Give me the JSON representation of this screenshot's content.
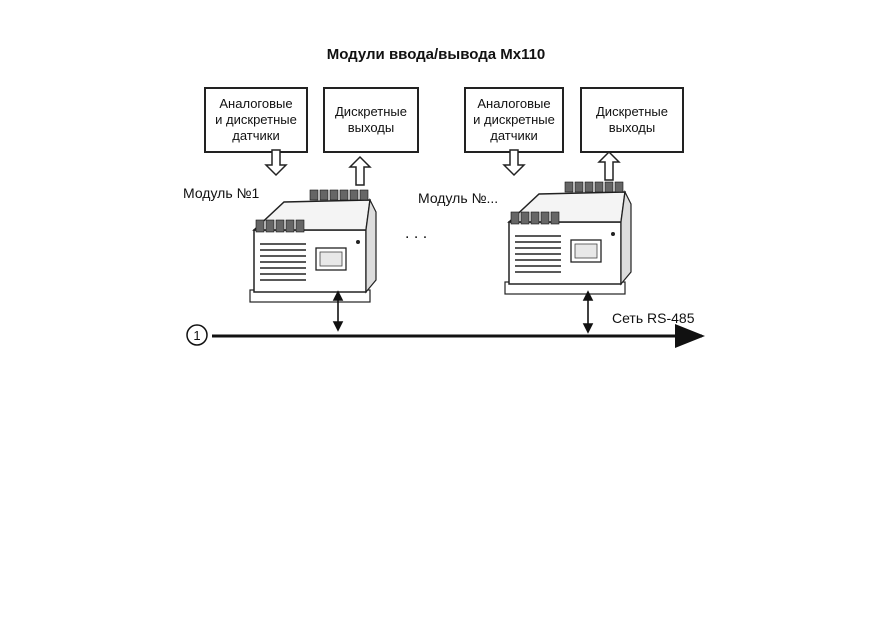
{
  "title": "Модули ввода/вывода Mx110",
  "boxes": {
    "sensors_1": "Аналоговые\nи дискретные\nдатчики",
    "outputs_1": "Дискретные\nвыходы",
    "sensors_2": "Аналоговые\nи дискретные\nдатчики",
    "outputs_2": "Дискретные\nвыходы"
  },
  "labels": {
    "module_1": "Модуль №1",
    "module_n": "Модуль №...",
    "ellipsis": ". . .",
    "network": "Сеть RS-485",
    "marker": "1"
  }
}
